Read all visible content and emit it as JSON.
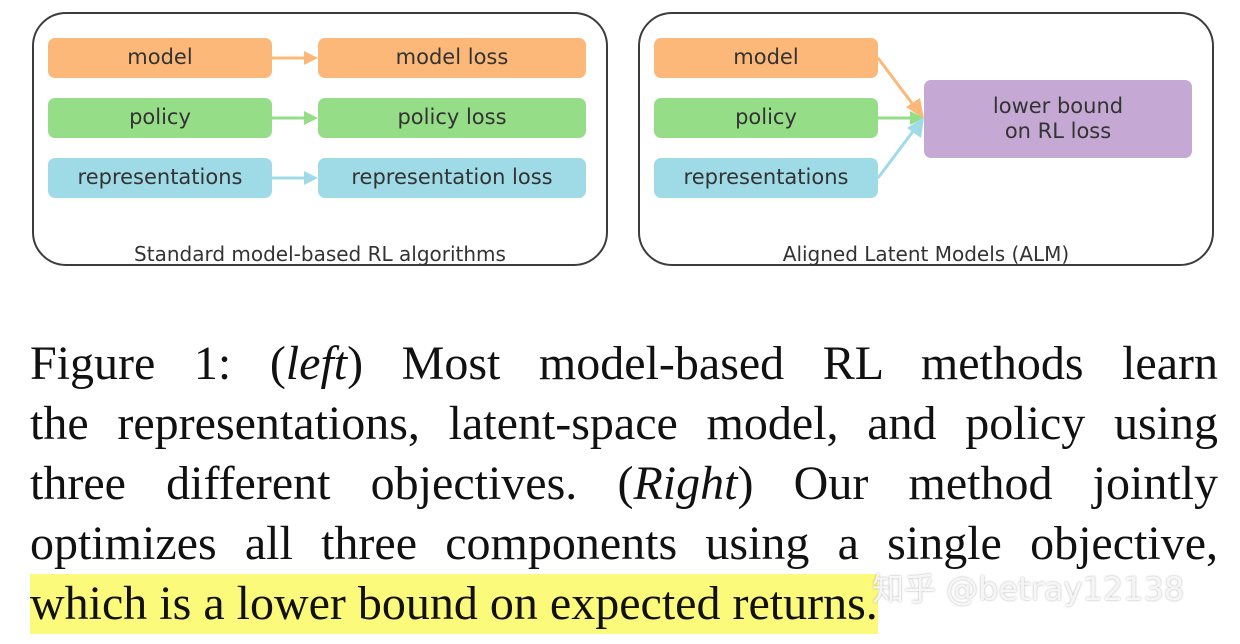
{
  "left_panel": {
    "caption": "Standard model-based RL algorithms",
    "inputs": [
      "model",
      "policy",
      "representations"
    ],
    "outputs": [
      "model loss",
      "policy loss",
      "representation loss"
    ]
  },
  "right_panel": {
    "caption": "Aligned Latent Models (ALM)",
    "inputs": [
      "model",
      "policy",
      "representations"
    ],
    "output_line1": "lower bound",
    "output_line2": "on RL loss"
  },
  "colors": {
    "model": "#fcb879",
    "policy": "#96dd88",
    "representations": "#9fdbe7",
    "lower_bound": "#c5a9d4",
    "highlight": "#fbfa7a"
  },
  "caption": {
    "label": "Figure 1:",
    "left_open": "(",
    "left_word": "left",
    "left_close": ")",
    "line1_rest": "Most model-based RL methods learn",
    "line2": "the representations, latent-space model, and policy using",
    "line3_a": "three different objectives.",
    "right_open": "(",
    "right_word": "Right",
    "right_close": ")",
    "line3_b": "Our method jointly",
    "line4": "optimizes all three components using a single objective,",
    "line5": "which is a lower bound on expected returns."
  },
  "watermark": "知乎 @betray12138"
}
